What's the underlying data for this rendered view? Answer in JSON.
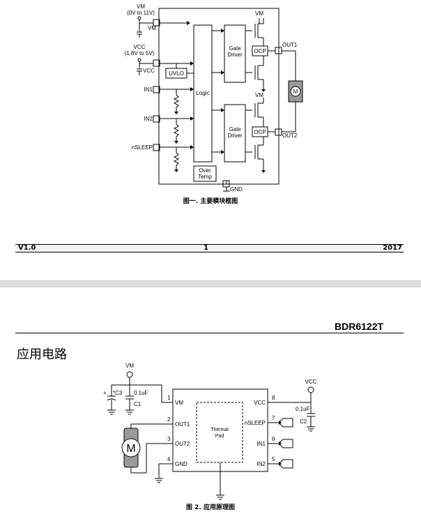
{
  "figure1": {
    "vm_label": "VM",
    "vm_range": "(0V to 11V)",
    "vm_pin": "VM",
    "vcc_label": "VCC",
    "vcc_range": "(1.8V to 5V)",
    "vcc_pin": "VCC",
    "uvlo": "UVLO",
    "logic": "Logic",
    "gate_driver_line1": "Gate",
    "gate_driver_line2": "Driver",
    "ocp": "OCP",
    "over_temp_line1": "Over",
    "over_temp_line2": "Temp",
    "vm_top": "VM",
    "vm_mid": "VM",
    "out1": "OUT1",
    "out2": "OUT2",
    "in1": "IN1",
    "in2": "IN2",
    "nsleep": "nSLEEP",
    "gnd": "GND",
    "motor": "M",
    "caption": "图一. 主要模块框图"
  },
  "footer": {
    "left": "V1.0",
    "center": "1",
    "right": "2017"
  },
  "header": {
    "title": "BDR6122T"
  },
  "section": {
    "title": "应用电路"
  },
  "figure2": {
    "vm_top": "VM",
    "c3_label": "*C3",
    "c3_plus": "+",
    "c1_value": "0.1uF",
    "c1_label": "C1",
    "vcc_top": "VCC",
    "c2_value": "0.1uF",
    "c2_label": "C2",
    "motor": "M",
    "thermal_line1": "Thermal",
    "thermal_line2": "Pad",
    "pins": [
      {
        "num": "1",
        "name": "VM"
      },
      {
        "num": "2",
        "name": "OUT1"
      },
      {
        "num": "3",
        "name": "OUT2"
      },
      {
        "num": "4",
        "name": "GND"
      },
      {
        "num": "8",
        "name": "VCC"
      },
      {
        "num": "7",
        "name": "nSLEEP"
      },
      {
        "num": "6",
        "name": "IN1"
      },
      {
        "num": "5",
        "name": "IN2"
      }
    ],
    "caption": "图 2. 应用原理图"
  }
}
